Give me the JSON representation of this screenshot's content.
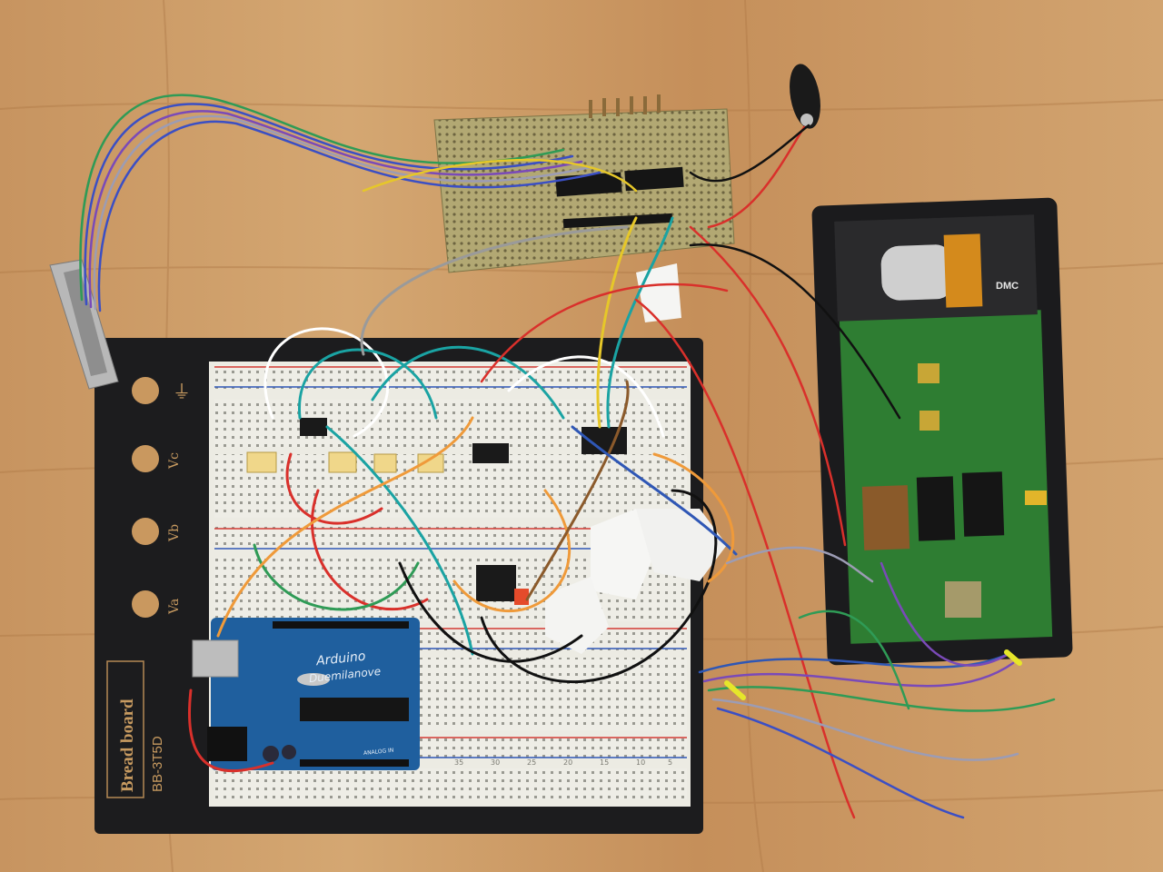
{
  "breadboard": {
    "brand": "Bread board",
    "model": "BB-3T5D",
    "posts": {
      "gnd": "⏚",
      "vc": "Vc",
      "vb": "Vb",
      "va": "Va"
    },
    "col_numbers": [
      "35",
      "30",
      "25",
      "20",
      "15",
      "10",
      "5"
    ]
  },
  "arduino": {
    "name": "Arduino",
    "variant": "Duemilanove",
    "analog_label": "ANALOG IN"
  },
  "calculator": {
    "brand": "DMC"
  },
  "colors": {
    "wood": "#c89a64",
    "board": "#1c1c1e",
    "breadboard": "#ecebe3",
    "arduino": "#1f5f9e",
    "pcb": "#2e7d32",
    "perfboard": "#a9a06a"
  }
}
